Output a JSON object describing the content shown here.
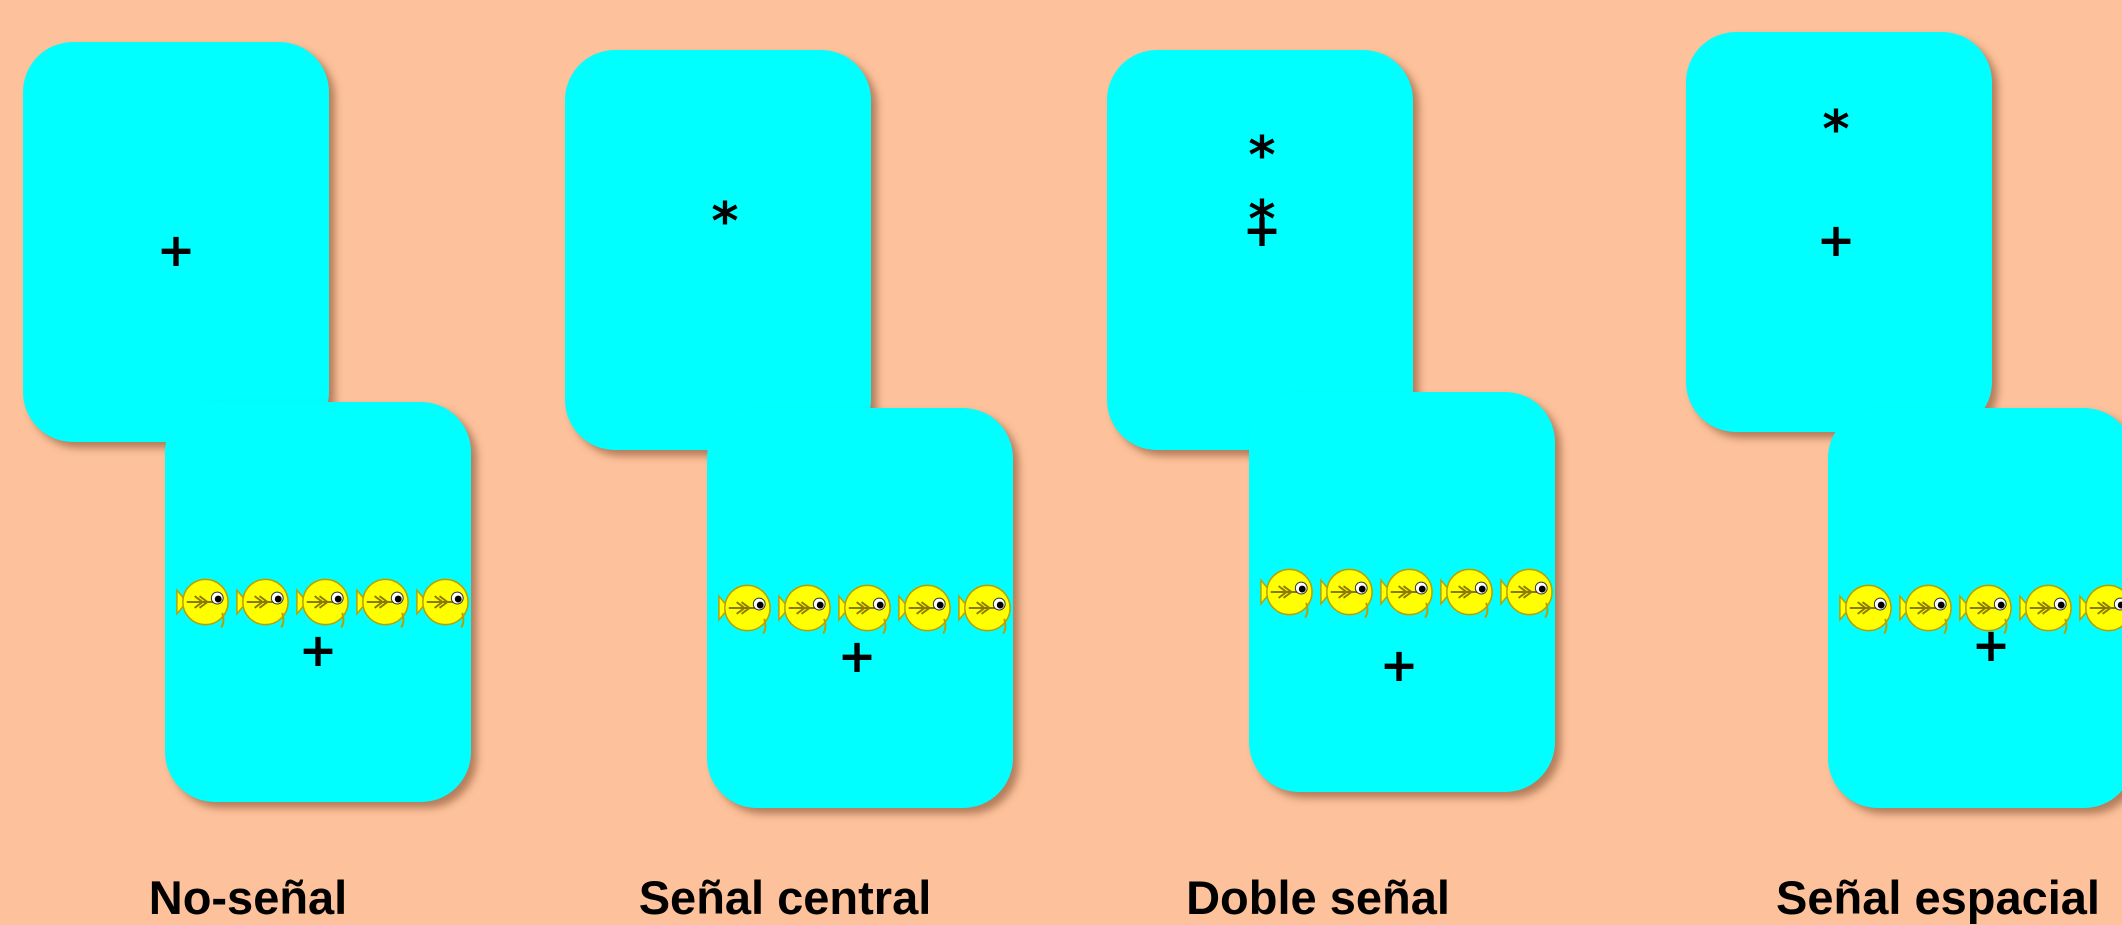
{
  "symbols": {
    "cue": "*",
    "fixation": "+"
  },
  "conditions": [
    {
      "label": "No-señal"
    },
    {
      "label": "Señal central"
    },
    {
      "label": "Doble señal"
    },
    {
      "label": "Señal espacial"
    }
  ],
  "colors": {
    "background": "#FDC29B",
    "card": "#00FFFF",
    "fish": "#FFFF00"
  },
  "icons": [
    "fish-flanker-icon"
  ]
}
